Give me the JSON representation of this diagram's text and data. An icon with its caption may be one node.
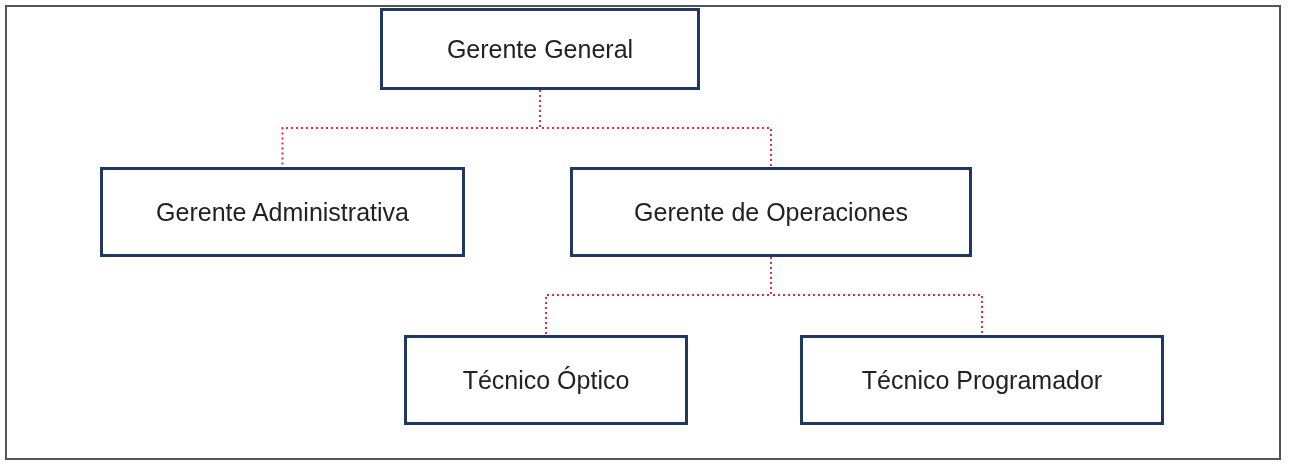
{
  "diagram": {
    "nodes": [
      {
        "text": [
          "Gerente General"
        ]
      },
      {
        "text": [
          "Gerente Administrativa"
        ]
      },
      {
        "text": [
          "Gerente de Operaciones"
        ]
      },
      {
        "text": [
          "Técnico Óptico"
        ]
      },
      {
        "text": [
          "Técnico Programador"
        ]
      }
    ],
    "edges": [
      {
        "from": 0,
        "to": 1,
        "arrow": "none",
        "style": "dashed",
        "color": "#e0303a"
      },
      {
        "from": 0,
        "to": 2,
        "arrow": "none",
        "style": "dashed",
        "color": "#e0303a"
      },
      {
        "from": 2,
        "to": 3,
        "arrow": "none",
        "style": "dashed",
        "color": "#e0303a"
      },
      {
        "from": 2,
        "to": 4,
        "arrow": "none",
        "style": "dashed",
        "color": "#e0303a"
      }
    ]
  }
}
